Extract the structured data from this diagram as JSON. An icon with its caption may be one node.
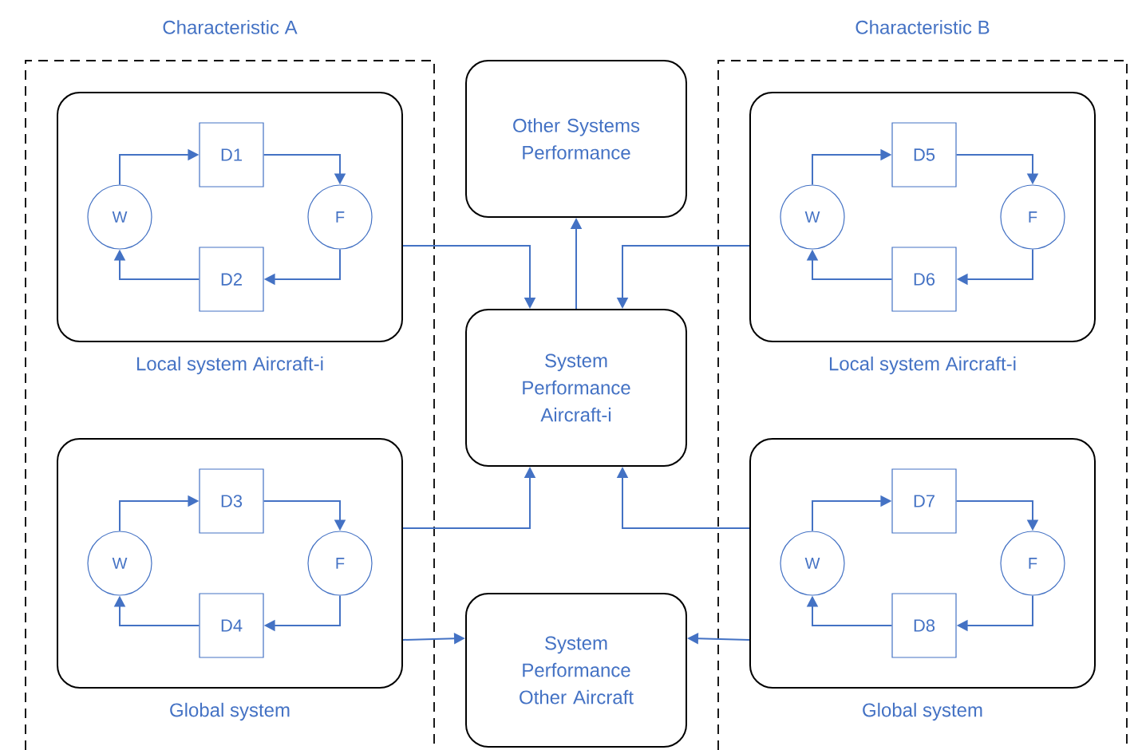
{
  "diagram": {
    "nodes": [
      {
        "text": [
          "Characteristic A"
        ]
      },
      {
        "text": [
          "Local system Aircraft-i"
        ],
        "in": 0
      },
      {
        "text": [
          "D1"
        ],
        "in": 1
      },
      {
        "text": [
          "W"
        ],
        "in": 1
      },
      {
        "text": [
          "F"
        ],
        "in": 1
      },
      {
        "text": [
          "D2"
        ],
        "in": 1
      },
      {
        "text": [
          "Global system"
        ],
        "in": 0
      },
      {
        "text": [
          "D3"
        ],
        "in": 6
      },
      {
        "text": [
          "W"
        ],
        "in": 6
      },
      {
        "text": [
          "F"
        ],
        "in": 6
      },
      {
        "text": [
          "D4"
        ],
        "in": 6
      },
      {
        "text": [
          "Other Systems Performance"
        ]
      },
      {
        "text": [
          "System Performance Aircraft-i"
        ]
      },
      {
        "text": [
          "System Performance Other Aircraft"
        ]
      },
      {
        "text": [
          "Characteristic B"
        ]
      },
      {
        "text": [
          "Local system Aircraft-i"
        ],
        "in": 14
      },
      {
        "text": [
          "D5"
        ],
        "in": 15
      },
      {
        "text": [
          "W"
        ],
        "in": 15
      },
      {
        "text": [
          "F"
        ],
        "in": 15
      },
      {
        "text": [
          "D6"
        ],
        "in": 15
      },
      {
        "text": [
          "Global system"
        ],
        "in": 14
      },
      {
        "text": [
          "D7"
        ],
        "in": 20
      },
      {
        "text": [
          "W"
        ],
        "in": 20
      },
      {
        "text": [
          "F"
        ],
        "in": 20
      },
      {
        "text": [
          "D8"
        ],
        "in": 20
      }
    ],
    "edges": [
      {
        "from": 3,
        "to": 2,
        "arrow": "to"
      },
      {
        "from": 2,
        "to": 4,
        "arrow": "to"
      },
      {
        "from": 4,
        "to": 5,
        "arrow": "to"
      },
      {
        "from": 5,
        "to": 3,
        "arrow": "to"
      },
      {
        "from": 8,
        "to": 7,
        "arrow": "to"
      },
      {
        "from": 7,
        "to": 9,
        "arrow": "to"
      },
      {
        "from": 9,
        "to": 10,
        "arrow": "to"
      },
      {
        "from": 10,
        "to": 8,
        "arrow": "to"
      },
      {
        "from": 17,
        "to": 16,
        "arrow": "to"
      },
      {
        "from": 16,
        "to": 18,
        "arrow": "to"
      },
      {
        "from": 18,
        "to": 19,
        "arrow": "to"
      },
      {
        "from": 19,
        "to": 17,
        "arrow": "to"
      },
      {
        "from": 22,
        "to": 21,
        "arrow": "to"
      },
      {
        "from": 21,
        "to": 23,
        "arrow": "to"
      },
      {
        "from": 23,
        "to": 24,
        "arrow": "to"
      },
      {
        "from": 24,
        "to": 22,
        "arrow": "to"
      },
      {
        "from": 1,
        "to": 12,
        "arrow": "to"
      },
      {
        "from": 15,
        "to": 12,
        "arrow": "to"
      },
      {
        "from": 12,
        "to": 11,
        "arrow": "to"
      },
      {
        "from": 6,
        "to": 12,
        "arrow": "to"
      },
      {
        "from": 20,
        "to": 12,
        "arrow": "to"
      },
      {
        "from": 6,
        "to": 13,
        "arrow": "to"
      },
      {
        "from": 20,
        "to": 13,
        "arrow": "to"
      }
    ]
  }
}
